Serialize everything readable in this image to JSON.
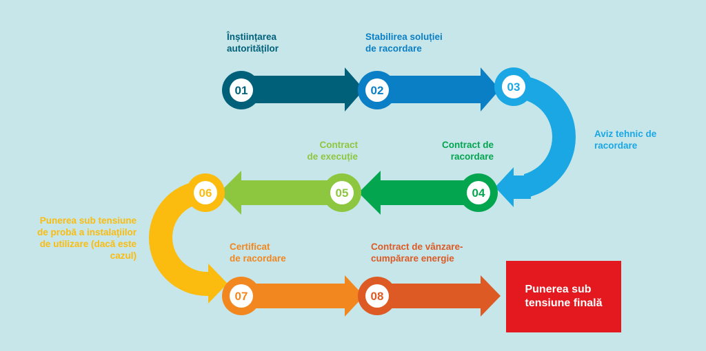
{
  "colors": {
    "background": "#c6e6e9",
    "step_01": "#00607a",
    "step_02": "#0a7fc5",
    "step_03": "#1aa7e4",
    "step_04": "#04a54f",
    "step_05": "#8dc63f",
    "step_06": "#fbbc0f",
    "step_07": "#f2871f",
    "step_08": "#dd5a24",
    "final": "#e3191f"
  },
  "steps": [
    {
      "number": "01",
      "label": "Înștiințarea\nautorităților"
    },
    {
      "number": "02",
      "label": "Stabilirea soluției\nde racordare"
    },
    {
      "number": "03",
      "label": "Aviz tehnic de\nracordare"
    },
    {
      "number": "04",
      "label": "Contract de\nracordare"
    },
    {
      "number": "05",
      "label": "Contract\nde execuție"
    },
    {
      "number": "06",
      "label": "Punerea sub tensiune\nde probă a instalaţiilor\nde utilizare (dacă este\ncazul)"
    },
    {
      "number": "07",
      "label": "Certificat\nde racordare"
    },
    {
      "number": "08",
      "label": "Contract de vânzare-\ncumpărare energie"
    }
  ],
  "final_step": {
    "label": "Punerea sub\ntensiune finală"
  }
}
